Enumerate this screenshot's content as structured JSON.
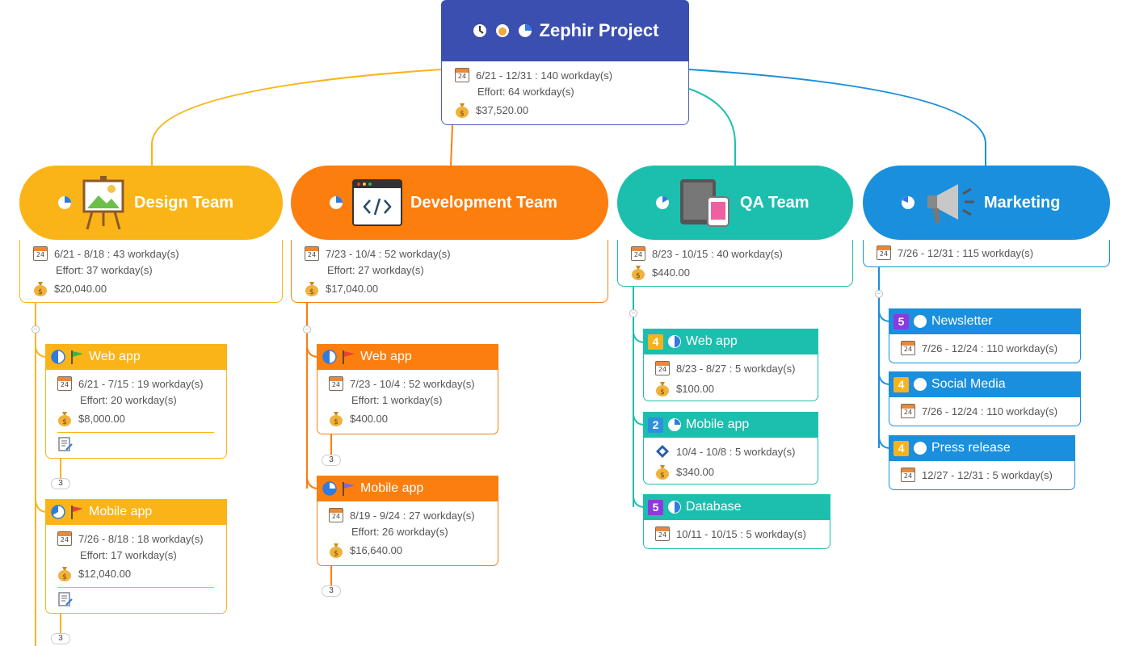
{
  "root": {
    "title": "Zephir Project",
    "dates": "6/21 - 12/31 : 140 workday(s)",
    "effort": "Effort: 64 workday(s)",
    "cost": "$37,520.00"
  },
  "teams": {
    "design": {
      "title": "Design Team",
      "dates": "6/21 - 8/18 : 43 workday(s)",
      "effort": "Effort: 37 workday(s)",
      "cost": "$20,040.00",
      "color": "#fbb417",
      "tasks": {
        "web": {
          "title": "Web app",
          "dates": "6/21 - 7/15 : 19 workday(s)",
          "effort": "Effort: 20 workday(s)",
          "cost": "$8,000.00",
          "count": "3"
        },
        "mobile": {
          "title": "Mobile app",
          "dates": "7/26 - 8/18 : 18 workday(s)",
          "effort": "Effort: 17 workday(s)",
          "cost": "$12,040.00",
          "count": "3"
        }
      }
    },
    "dev": {
      "title": "Development Team",
      "dates": "7/23 - 10/4 : 52 workday(s)",
      "effort": "Effort: 27 workday(s)",
      "cost": "$17,040.00",
      "color": "#fb7e0e",
      "tasks": {
        "web": {
          "title": "Web app",
          "dates": "7/23 - 10/4 : 52 workday(s)",
          "effort": "Effort: 1 workday(s)",
          "cost": "$400.00",
          "count": "3"
        },
        "mobile": {
          "title": "Mobile app",
          "dates": "8/19 - 9/24 : 27 workday(s)",
          "effort": "Effort: 26 workday(s)",
          "cost": "$16,640.00",
          "count": "3"
        }
      }
    },
    "qa": {
      "title": "QA Team",
      "dates": "8/23 - 10/15 : 40 workday(s)",
      "cost": "$440.00",
      "color": "#1cbfae",
      "tasks": {
        "web": {
          "priority": "4",
          "title": "Web app",
          "dates": "8/23 - 8/27 : 5 workday(s)",
          "cost": "$100.00"
        },
        "mobile": {
          "priority": "2",
          "title": "Mobile app",
          "dates": "10/4 - 10/8 : 5 workday(s)",
          "cost": "$340.00"
        },
        "database": {
          "priority": "5",
          "title": "Database",
          "dates": "10/11 - 10/15 : 5 workday(s)"
        }
      }
    },
    "marketing": {
      "title": "Marketing",
      "dates": "7/26 - 12/31 : 115 workday(s)",
      "color": "#1a8fdd",
      "tasks": {
        "newsletter": {
          "priority": "5",
          "title": "Newsletter",
          "dates": "7/26 - 12/24 : 110 workday(s)"
        },
        "social": {
          "priority": "4",
          "title": "Social Media",
          "dates": "7/26 - 12/24 : 110 workday(s)"
        },
        "press": {
          "priority": "4",
          "title": "Press release",
          "dates": "12/27 - 12/31 : 5 workday(s)"
        }
      }
    }
  },
  "calendar_day": "24"
}
